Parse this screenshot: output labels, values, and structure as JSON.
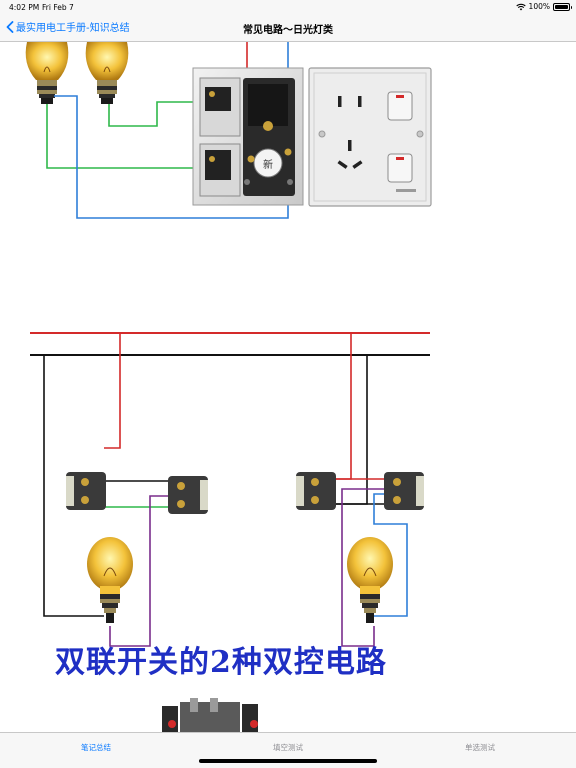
{
  "status_bar": {
    "time": "4:02 PM",
    "date": "Fri Feb 7",
    "battery": "100%",
    "icons": [
      "wifi-icon",
      "battery-icon"
    ]
  },
  "nav": {
    "back_label": "最实用电工手册-知识总结",
    "title": "常见电路～日光灯类",
    "icons": [
      "chevron-left-icon"
    ]
  },
  "content": {
    "socket_badge": "新",
    "caption": "双联开关的2种双控电路"
  },
  "tabs": [
    {
      "label": "笔记总结",
      "active": true
    },
    {
      "label": "填空测试",
      "active": false
    },
    {
      "label": "单选测试",
      "active": false
    }
  ],
  "colors": {
    "accent": "#0a7aff",
    "wire_red": "#d42a2a",
    "wire_black": "#111111",
    "wire_green": "#2fb84a",
    "wire_blue": "#2f7fd8",
    "wire_purple": "#7a2d8c",
    "caption_blue": "#1f2fc4"
  }
}
